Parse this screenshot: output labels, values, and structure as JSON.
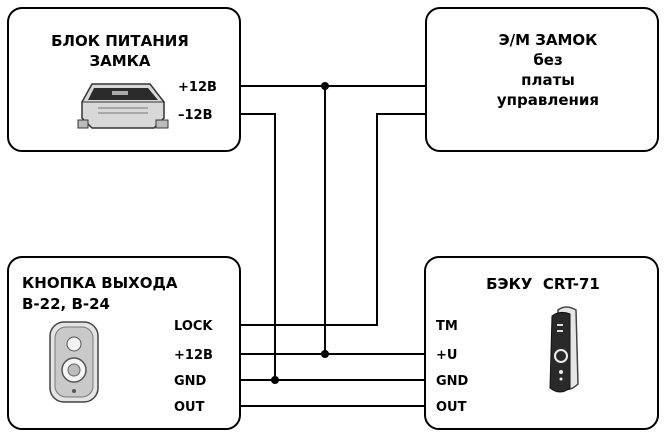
{
  "power_block": {
    "title_line1": "БЛОК ПИТАНИЯ",
    "title_line2": "ЗАМКА",
    "pins": [
      "+12В",
      "–12В"
    ],
    "image": "power-supply-unit"
  },
  "lock": {
    "title_lines": [
      "Э/М ЗАМОК",
      "без",
      "платы",
      "управления"
    ]
  },
  "exit_button": {
    "title": "КНОПКА ВЫХОДА",
    "subtitle": "В-22, В-24",
    "pins": [
      "LOCK",
      "+12В",
      "GND",
      "OUT"
    ],
    "image": "exit-button-device"
  },
  "controller": {
    "title": "БЭКУ  CRT-71",
    "pins": [
      "TM",
      "+U",
      "GND",
      "OUT"
    ],
    "image": "crt71-reader"
  },
  "colors": {
    "line": "#000000",
    "background": "#ffffff"
  }
}
